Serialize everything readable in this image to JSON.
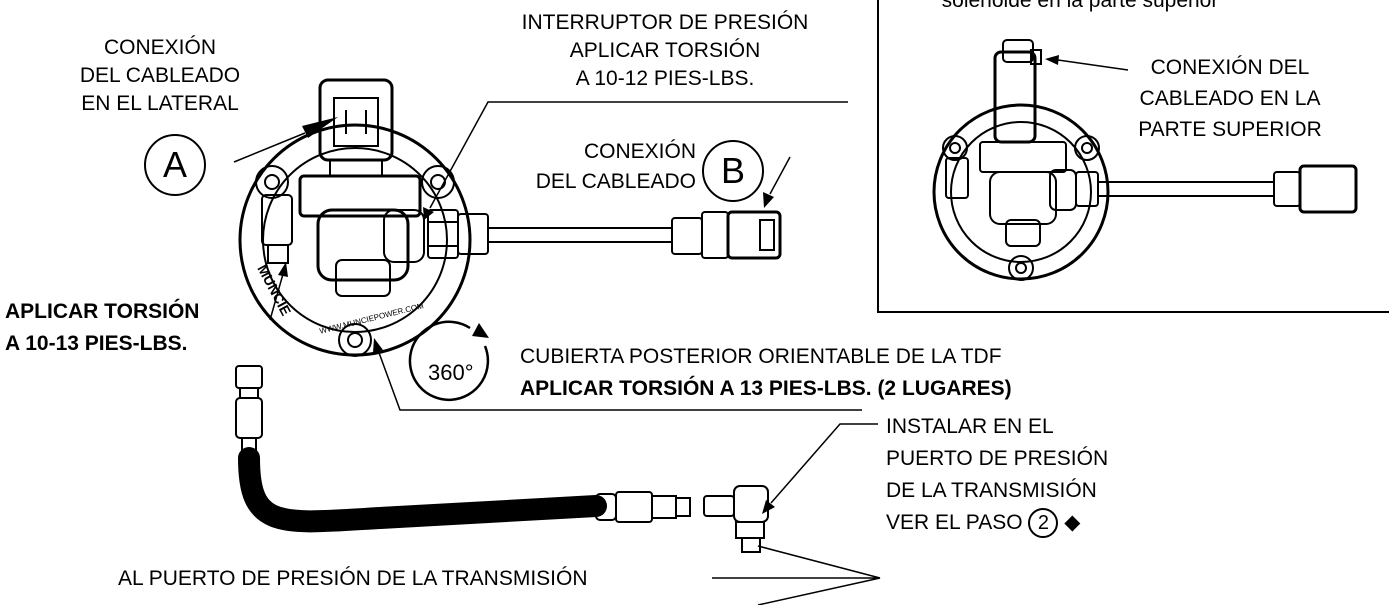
{
  "labels": {
    "top_right_partial": "solenoide en la parte superior",
    "wire_side": [
      "CONEXIÓN",
      "DEL CABLEADO",
      "EN EL LATERAL"
    ],
    "pressure_switch": [
      "INTERRUPTOR DE PRESIÓN",
      "APLICAR TORSIÓN",
      "A 10-12 PIES-LBS."
    ],
    "wire_conn": [
      "CONEXIÓN",
      "DEL CABLEADO"
    ],
    "wire_top": [
      "CONEXIÓN DEL",
      "CABLEADO EN LA",
      "PARTE SUPERIOR"
    ],
    "torque_left": [
      "APLICAR TORSIÓN",
      "A 10-13 PIES-LBS."
    ],
    "rotatable_cover": "CUBIERTA POSTERIOR ORIENTABLE DE LA TDF",
    "torque_cover": "APLICAR TORSIÓN A 13 PIES-LBS. (2 LUGARES)",
    "install": [
      "INSTALAR EN EL",
      "PUERTO DE PRESIÓN",
      "DE LA TRANSMISIÓN"
    ],
    "see_step_prefix": "VER EL PASO",
    "see_step_num": "2",
    "see_step_suffix": "◆",
    "to_port": "AL PUERTO DE PRESIÓN DE LA TRANSMISIÓN"
  },
  "callouts": {
    "a": "A",
    "b": "B",
    "rotate": "360°"
  },
  "markings": {
    "brand": "MUNCIE",
    "web": "WWW.MUNCIEPOWER.COM"
  }
}
